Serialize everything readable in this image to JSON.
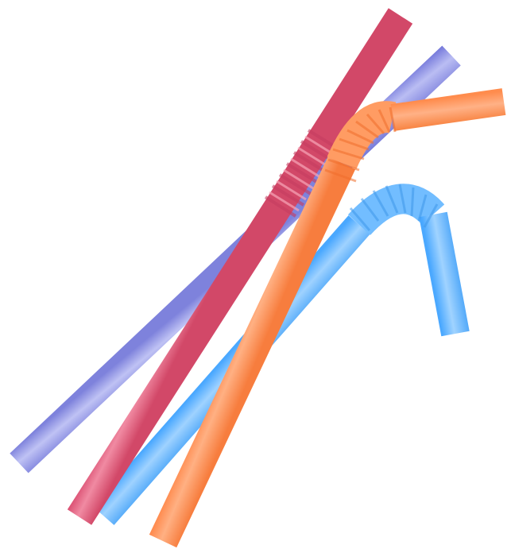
{
  "background": "#ffffff",
  "straws": [
    {
      "name": "purple-straw",
      "color": "#8b8fe6",
      "bendable": false
    },
    {
      "name": "pink-straw",
      "color": "#e4607f",
      "bendable": true
    },
    {
      "name": "orange-straw",
      "color": "#ff935a",
      "bendable": true
    },
    {
      "name": "blue-straw",
      "color": "#5eb3ff",
      "bendable": true
    }
  ]
}
